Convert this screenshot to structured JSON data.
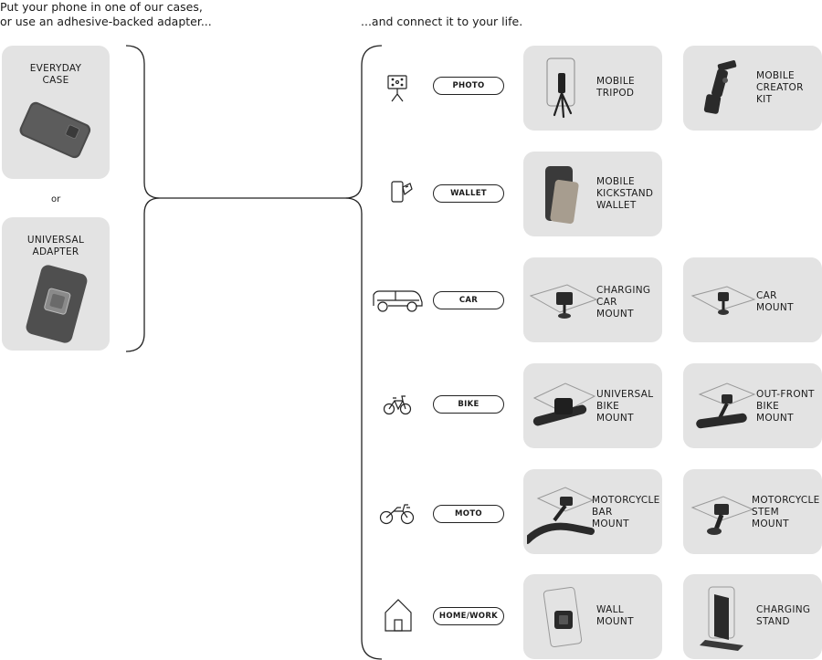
{
  "intro": {
    "left_line1": "Put your phone in one of our cases,",
    "left_line2": "or use an adhesive-backed adapter...",
    "right": "...and connect it to your life."
  },
  "left_options": [
    {
      "label_line1": "EVERYDAY",
      "label_line2": "CASE"
    },
    {
      "label_line1": "UNIVERSAL",
      "label_line2": "ADAPTER"
    }
  ],
  "or_text": "or",
  "categories": [
    {
      "label": "PHOTO",
      "icon": "tripod-camera-icon",
      "products": [
        {
          "lines": [
            "MOBILE",
            "TRIPOD"
          ]
        },
        {
          "lines": [
            "MOBILE",
            "CREATOR",
            "KIT"
          ]
        }
      ]
    },
    {
      "label": "WALLET",
      "icon": "phone-wallet-icon",
      "products": [
        {
          "lines": [
            "MOBILE",
            "KICKSTAND",
            "WALLET"
          ]
        }
      ]
    },
    {
      "label": "CAR",
      "icon": "car-icon",
      "products": [
        {
          "lines": [
            "CHARGING",
            "CAR",
            "MOUNT"
          ]
        },
        {
          "lines": [
            "CAR",
            "MOUNT"
          ]
        }
      ]
    },
    {
      "label": "BIKE",
      "icon": "bicycle-icon",
      "products": [
        {
          "lines": [
            "UNIVERSAL",
            "BIKE",
            "MOUNT"
          ]
        },
        {
          "lines": [
            "OUT-FRONT",
            "BIKE",
            "MOUNT"
          ]
        }
      ]
    },
    {
      "label": "MOTO",
      "icon": "motorcycle-icon",
      "products": [
        {
          "lines": [
            "MOTORCYCLE",
            "BAR",
            "MOUNT"
          ]
        },
        {
          "lines": [
            "MOTORCYCLE",
            "STEM",
            "MOUNT"
          ]
        }
      ]
    },
    {
      "label": "HOME/WORK",
      "icon": "house-icon",
      "products": [
        {
          "lines": [
            "WALL",
            "MOUNT"
          ]
        },
        {
          "lines": [
            "CHARGING",
            "STAND"
          ]
        }
      ]
    }
  ]
}
